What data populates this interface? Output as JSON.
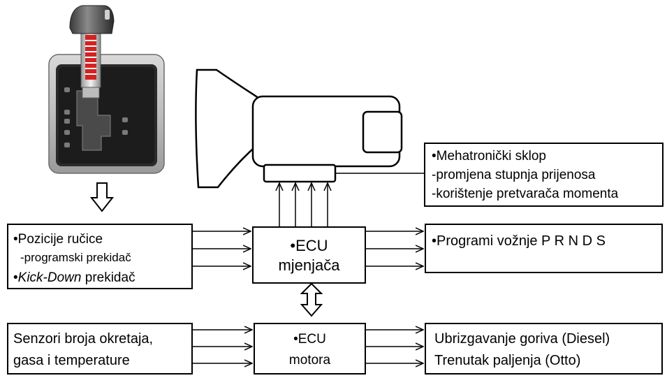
{
  "gear_lever": {
    "slots_left": [
      "",
      "",
      "",
      "",
      ""
    ],
    "slots_right": [
      "",
      ""
    ]
  },
  "mechatronic_box": {
    "line1": "•Mehatronički sklop",
    "line2": "-promjena stupnja prijenosa",
    "line3": "-korištenje pretvarača momenta"
  },
  "inputs_box": {
    "line1": "•Pozicije ručice",
    "line2": "-programski prekidač",
    "line3_italic": "Kick-Down",
    "line3_bullet": "•",
    "line3_rest": " prekidač"
  },
  "ecu_gearbox": {
    "line1": "•ECU",
    "line2": "mjenjača"
  },
  "programs_box": {
    "text": "•Programi vožnje  P R N D S"
  },
  "sensors_box": {
    "line1": "Senzori broja okretaja,",
    "line2": "gasa i temperature"
  },
  "ecu_engine": {
    "line1": "•ECU",
    "line2": "motora"
  },
  "engine_outputs_box": {
    "line1": "Ubrizgavanje goriva (Diesel)",
    "line2": "Trenutak paljenja (Otto)"
  }
}
